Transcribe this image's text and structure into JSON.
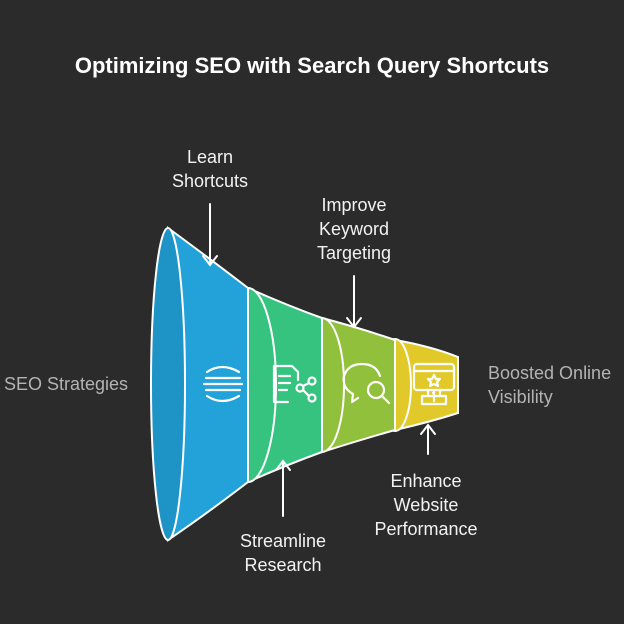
{
  "title": "Optimizing SEO with Search Query Shortcuts",
  "input_label": "SEO Strategies",
  "output_label": "Boosted Online\nVisibility",
  "stages": [
    {
      "label": "Learn\nShortcuts",
      "color": "#26a7dc",
      "icon": "lines-stack-icon"
    },
    {
      "label": "Streamline\nResearch",
      "color": "#35c27f",
      "icon": "document-share-icon"
    },
    {
      "label": "Improve\nKeyword\nTargeting",
      "color": "#8fbf3c",
      "icon": "chat-search-icon"
    },
    {
      "label": "Enhance\nWebsite\nPerformance",
      "color": "#e1c92a",
      "icon": "browser-star-podium-icon"
    }
  ]
}
